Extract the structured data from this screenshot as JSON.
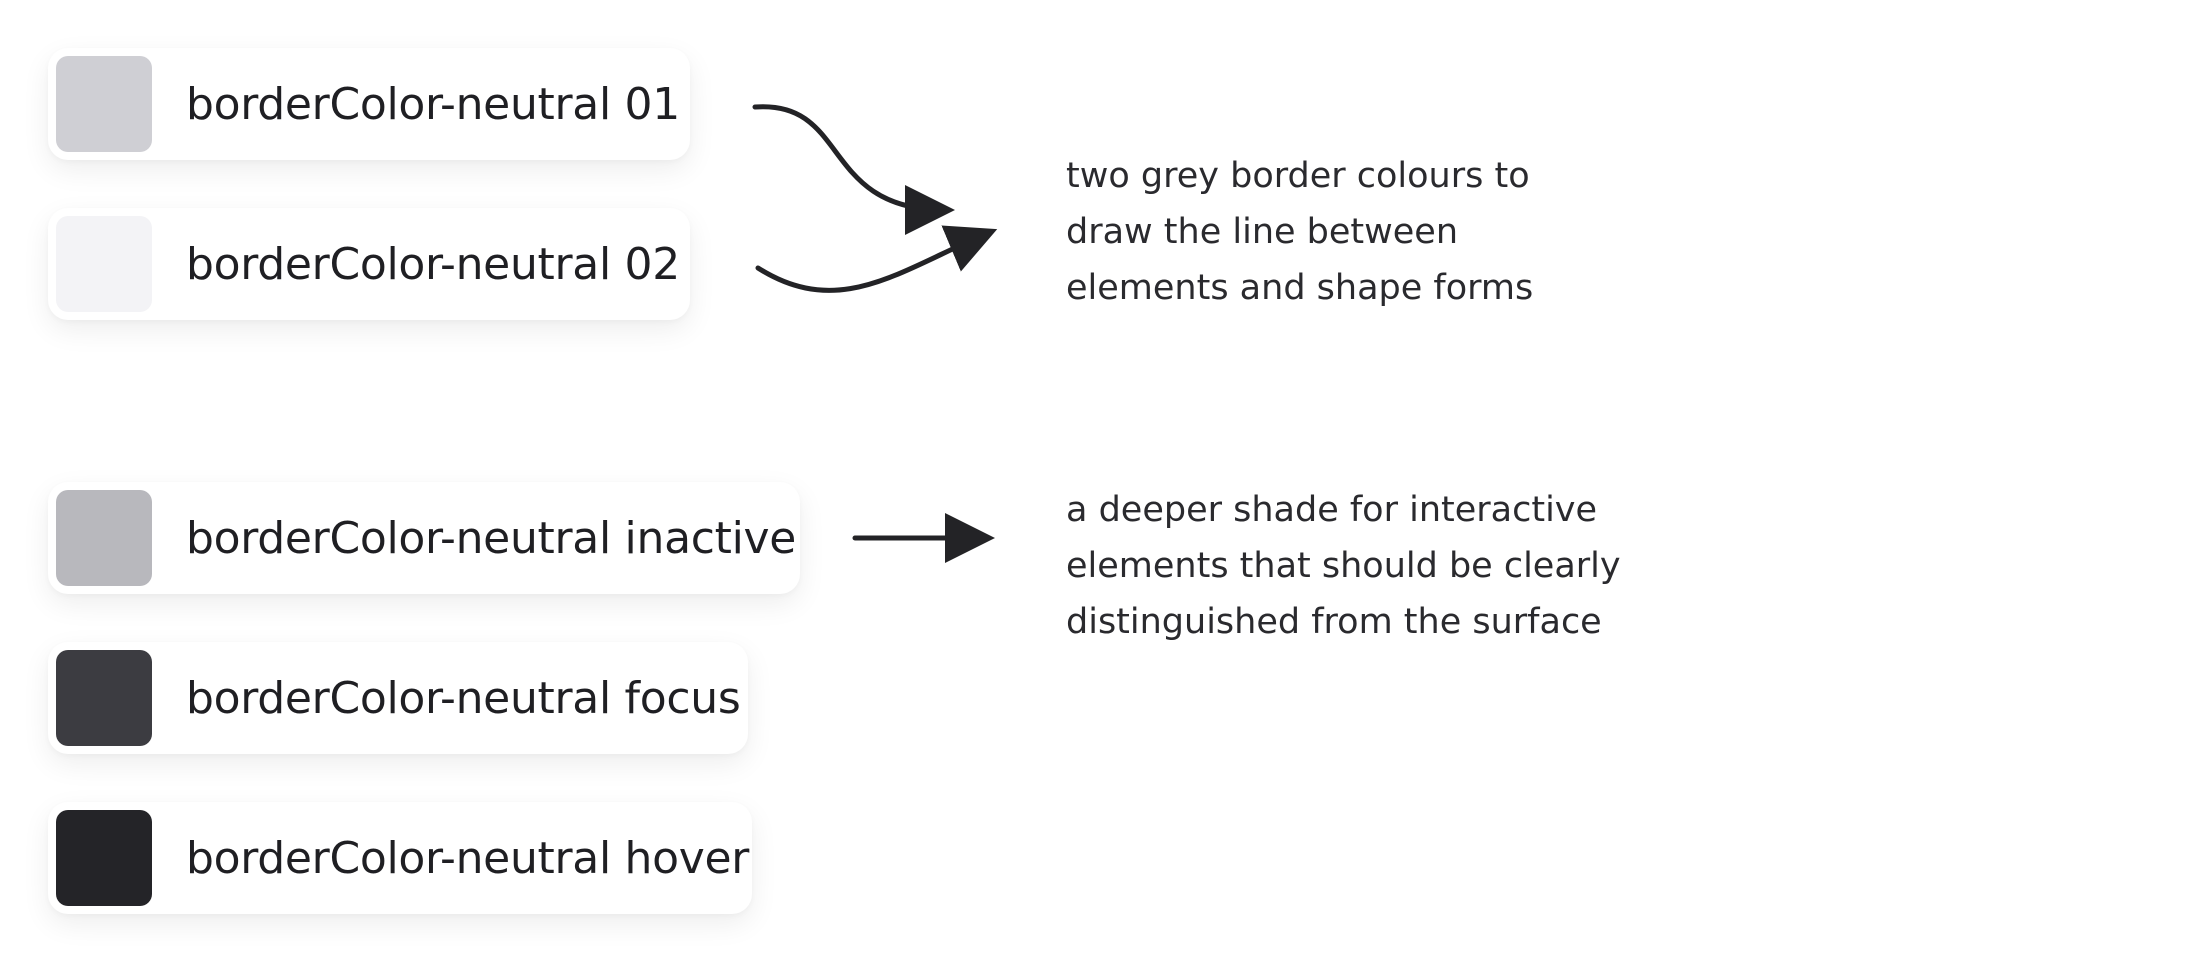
{
  "tokens": [
    {
      "id": "01",
      "label": "borderColor-neutral 01",
      "color": "#cfcfd4"
    },
    {
      "id": "02",
      "label": "borderColor-neutral 02",
      "color": "#f3f3f6"
    },
    {
      "id": "inactive",
      "label": "borderColor-neutral inactive",
      "color": "#b8b8bd"
    },
    {
      "id": "focus",
      "label": "borderColor-neutral focus",
      "color": "#3c3c41"
    },
    {
      "id": "hover",
      "label": "borderColor-neutral hover",
      "color": "#242428"
    }
  ],
  "notes": {
    "border_colours": {
      "lines": [
        "two grey border colours to",
        "draw the line between",
        "elements and shape forms"
      ]
    },
    "interactive": {
      "lines": [
        "a deeper shade for interactive",
        "elements that should be clearly",
        "distinguished from the surface"
      ]
    }
  },
  "colors": {
    "arrow": "#232326",
    "text": "#1f1f23"
  }
}
